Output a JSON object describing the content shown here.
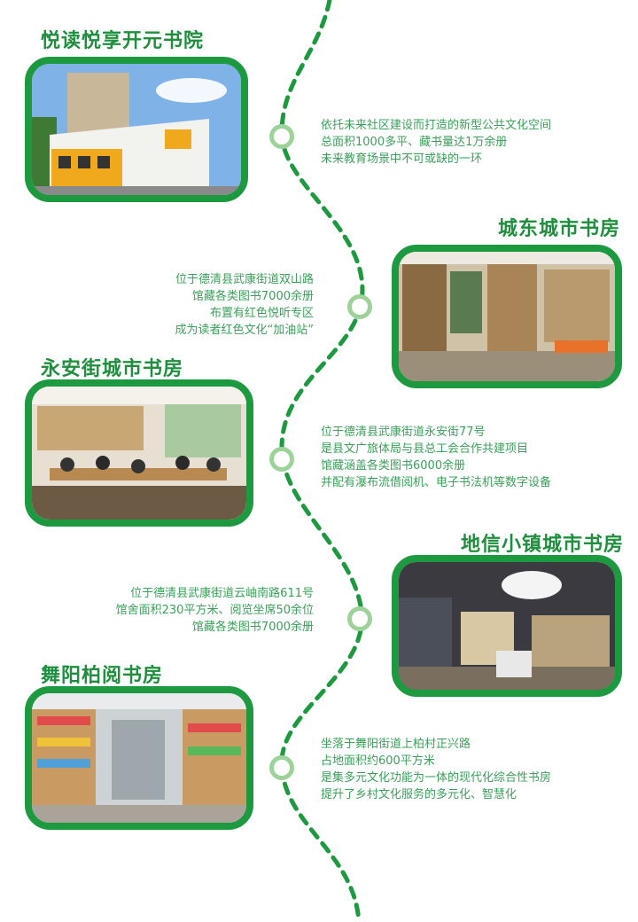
{
  "sections": [
    {
      "title": "悦读悦享开元书院",
      "lines": [
        "依托未来社区建设而打造的新型公共文化空间",
        "总面积1000多平、藏书量达1万余册",
        "未来教育场景中不可或缺的一环"
      ]
    },
    {
      "title": "城东城市书房",
      "lines": [
        "位于德清县武康街道双山路",
        "馆藏各类图书7000余册",
        "布置有红色悦听专区",
        "成为读者红色文化“加油站”"
      ]
    },
    {
      "title": "永安街城市书房",
      "lines": [
        "位于德清县武康街道永安街77号",
        "是县文广旅体局与县总工会合作共建项目",
        "馆藏涵盖各类图书6000余册",
        "并配有瀑布流借阅机、电子书法机等数字设备"
      ]
    },
    {
      "title": "地信小镇城市书房",
      "lines": [
        "位于德清县武康街道云岫南路611号",
        "馆舍面积230平方米、阅览坐席50余位",
        "馆藏各类图书7000余册"
      ]
    },
    {
      "title": "舞阳柏阅书房",
      "lines": [
        "坐落于舞阳街道上柏村正兴路",
        "占地面积约600平方米",
        "是集多元文化功能为一体的现代化综合性书房",
        "提升了乡村文化服务的多元化、智慧化"
      ]
    }
  ],
  "colors": {
    "accent": "#1d9a3f",
    "text": "#3aa05a",
    "node": "#9dd29a"
  }
}
